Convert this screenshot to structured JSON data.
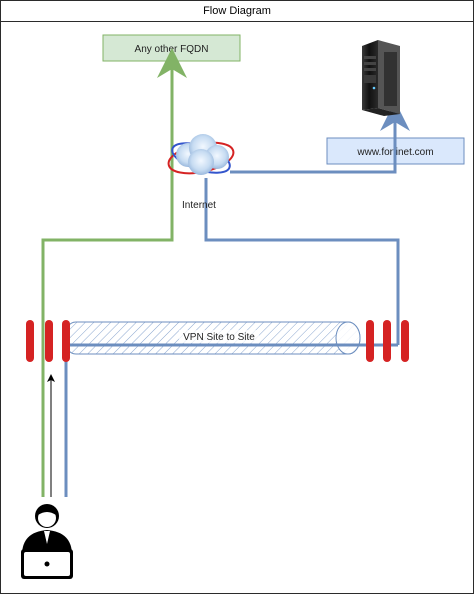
{
  "diagram": {
    "title": "Flow Diagram",
    "nodes": {
      "fqdn": "Any other FQDN",
      "fortinet": "www.fortinet.com",
      "internet": "Internet",
      "vpn": "VPN Site to Site"
    },
    "colors": {
      "green_path": "#82b366",
      "blue_path": "#6c8ebf",
      "firewall": "#d52323",
      "fqdn_fill": "#d5e8d4",
      "fqdn_stroke": "#82b366",
      "fortinet_fill": "#dae8fc",
      "fortinet_stroke": "#6c8ebf"
    },
    "icons": [
      "server-icon",
      "internet-cloud-icon",
      "user-laptop-icon",
      "firewall-icon"
    ]
  }
}
